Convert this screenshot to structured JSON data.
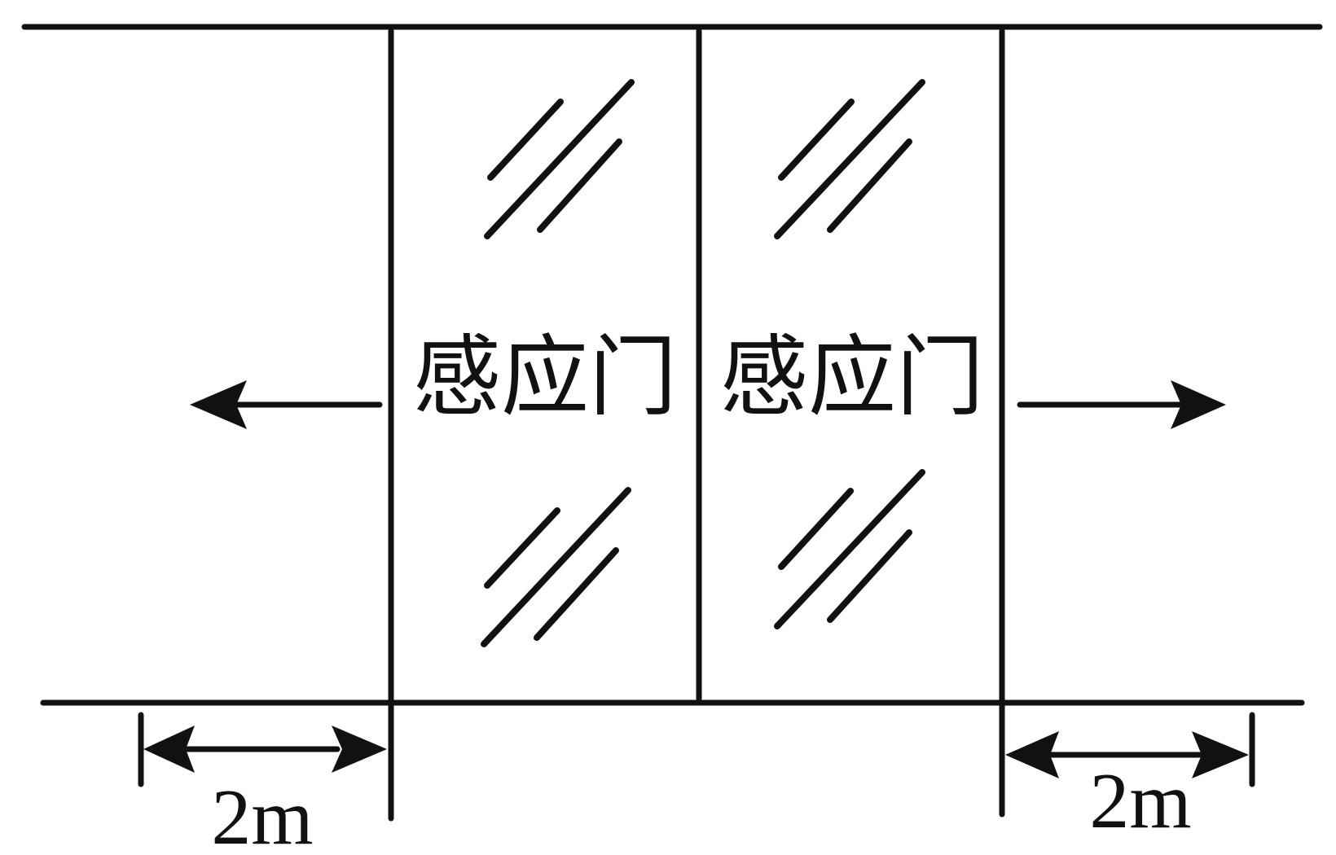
{
  "doors": [
    {
      "label": "感应门"
    },
    {
      "label": "感应门"
    }
  ],
  "dimensions": [
    {
      "label": "2m"
    },
    {
      "label": "2m"
    }
  ],
  "colors": {
    "ink": "#111111",
    "background": "#ffffff"
  }
}
